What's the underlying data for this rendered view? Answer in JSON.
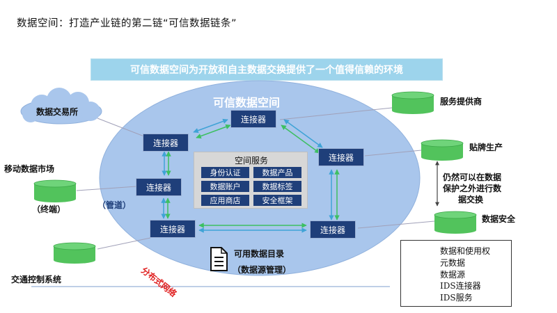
{
  "slide": {
    "title": "数据空间：打造产业链的第二链“可信数据链条”",
    "banner": "可信数据空间为开放和自主数据交换提供了一个值得信赖的环境"
  },
  "colors": {
    "ellipse_fill": "#a9c6ec",
    "connector_fill": "#1f3f7a",
    "cylinder_fill": "#52c35c",
    "cloud_fill": "#a9c6ec",
    "banner_fill": "#9dd4ec",
    "arrow_blue": "#3fa3d6",
    "arrow_green": "#3dbf62",
    "distributed_label": "#e02020"
  },
  "space": {
    "title": "可信数据空间",
    "connector_label": "连接器",
    "services": {
      "title": "空间服务",
      "items": [
        "身份认证",
        "数据产品",
        "数据账户",
        "数据标签",
        "应用商店",
        "安全框架"
      ]
    },
    "pipe_label": "（管道）",
    "catalog": {
      "title": "可用数据目录",
      "subtitle": "（数据源管理）"
    },
    "distributed_label": "分布式网络"
  },
  "participants": {
    "exchange": "数据交易所",
    "mobile_market": "移动数据市场",
    "terminal": "（终端）",
    "traffic": "交通控制系统",
    "service_provider": "服务提供商",
    "oem": "贴牌生产",
    "data_security": "数据安全"
  },
  "side_note": [
    "仍然可以在数据",
    "保护之外进行数",
    "据交换"
  ],
  "legend": {
    "items": [
      {
        "label": "数据和使用权",
        "icon": "blue-arrow-icon"
      },
      {
        "label": "元数据",
        "icon": "green-arrow-icon"
      },
      {
        "label": "数据源",
        "icon": "cylinder-icon"
      },
      {
        "label": "IDS连接器",
        "icon": "connector-swatch-icon"
      },
      {
        "label": "IDS服务",
        "icon": "service-swatch-icon"
      }
    ]
  }
}
